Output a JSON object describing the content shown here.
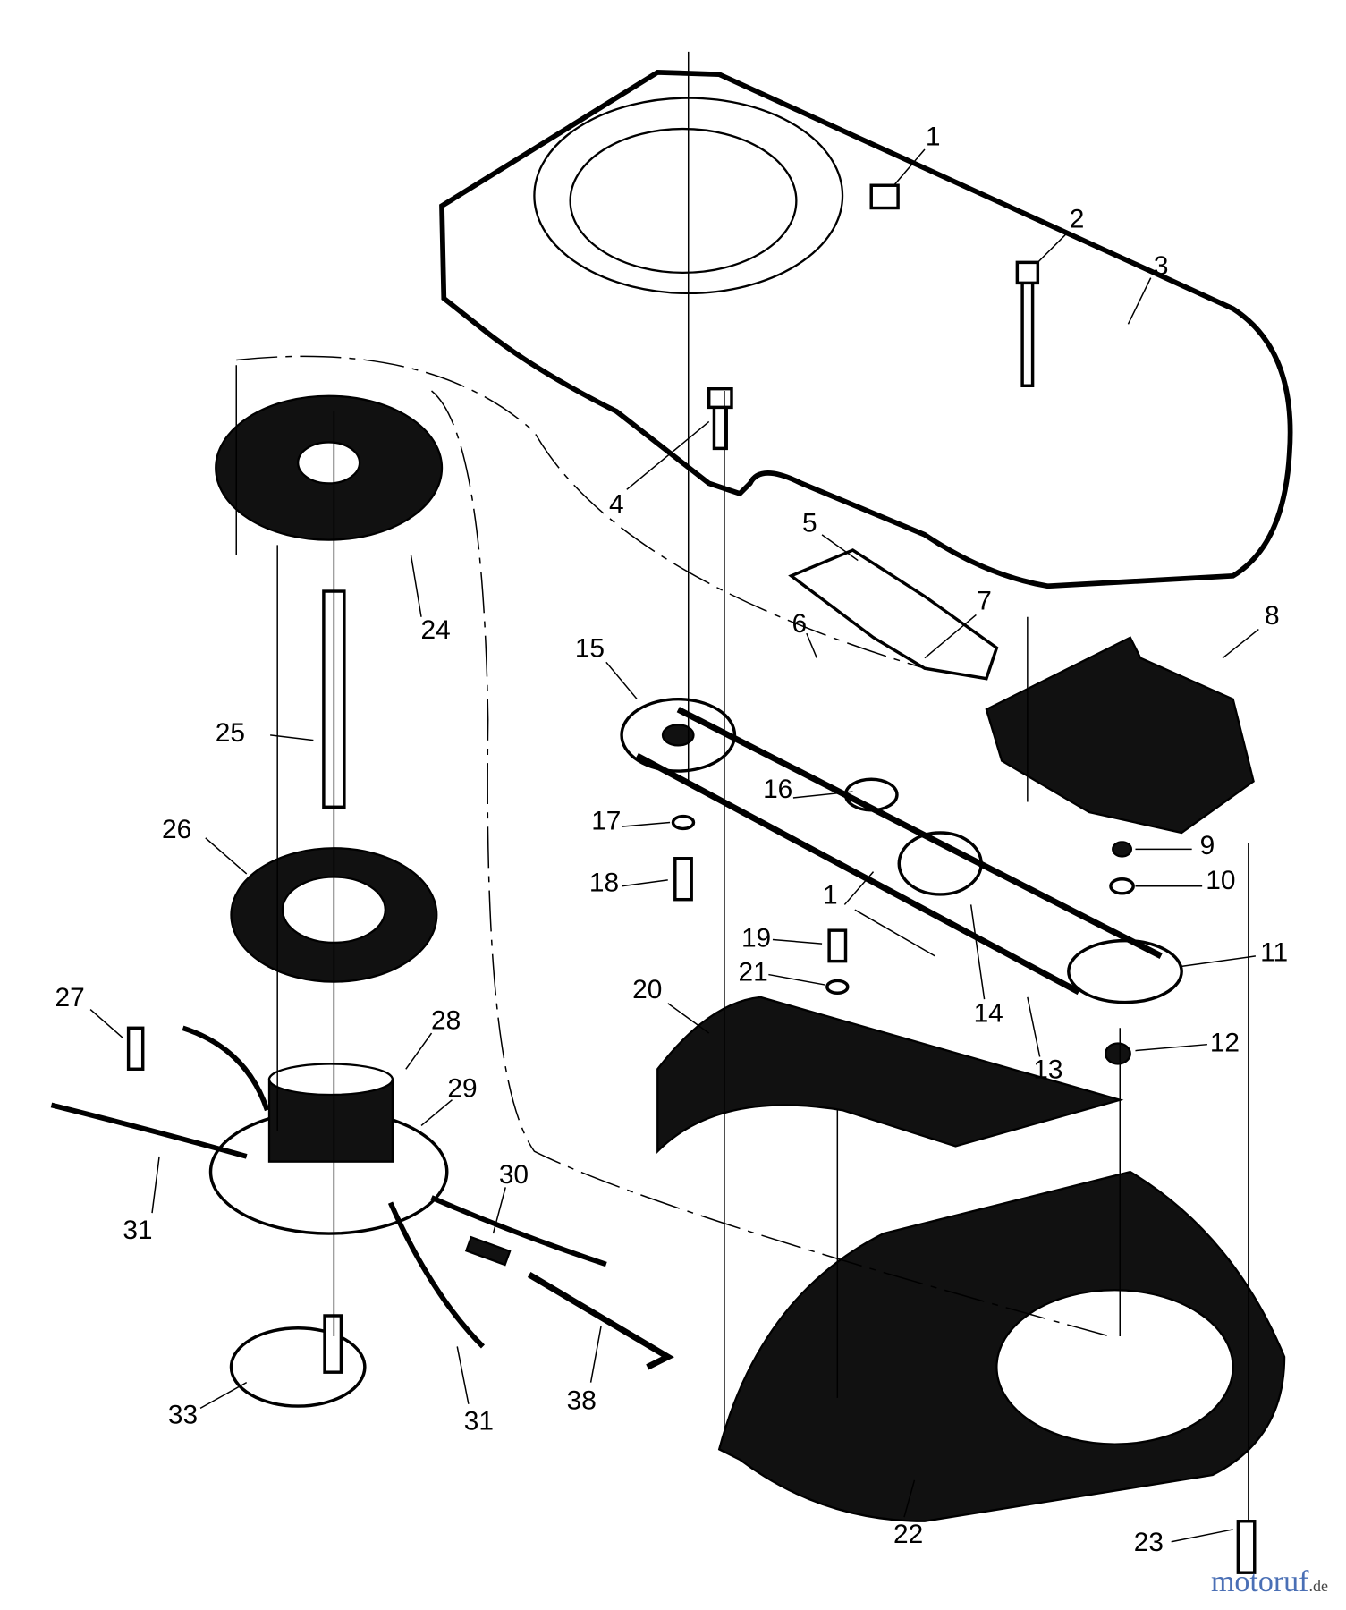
{
  "labels": [
    {
      "text": "1"
    },
    {
      "text": "2"
    },
    {
      "text": "3"
    },
    {
      "text": "4"
    },
    {
      "text": "5"
    },
    {
      "text": "6"
    },
    {
      "text": "7"
    },
    {
      "text": "8"
    },
    {
      "text": "9"
    },
    {
      "text": "10"
    },
    {
      "text": "11"
    },
    {
      "text": "12"
    },
    {
      "text": "13"
    },
    {
      "text": "14"
    },
    {
      "text": "15"
    },
    {
      "text": "16"
    },
    {
      "text": "17"
    },
    {
      "text": "18"
    },
    {
      "text": "19"
    },
    {
      "text": "20"
    },
    {
      "text": "21"
    },
    {
      "text": "22"
    },
    {
      "text": "23"
    },
    {
      "text": "24"
    },
    {
      "text": "25"
    },
    {
      "text": "26"
    },
    {
      "text": "27"
    },
    {
      "text": "28"
    },
    {
      "text": "29"
    },
    {
      "text": "30"
    },
    {
      "text": "31"
    },
    {
      "text": "31"
    },
    {
      "text": "33"
    },
    {
      "text": "38"
    },
    {
      "text": "1"
    }
  ],
  "watermark": {
    "brand": "motoruf",
    "suffix": ".de"
  }
}
